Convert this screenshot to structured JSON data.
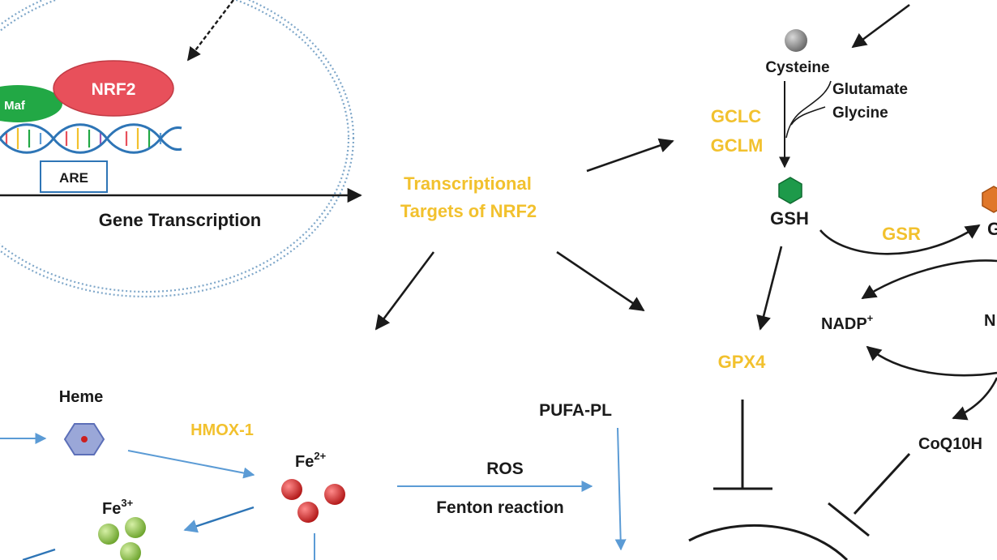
{
  "labels": {
    "maf": "Maf",
    "nrf2": "NRF2",
    "are": "ARE",
    "gene_transcription": "Gene Transcription",
    "targets_line1": "Transcriptional",
    "targets_line2": "Targets of NRF2",
    "cysteine": "Cysteine",
    "glutamate": "Glutamate",
    "glycine": "Glycine",
    "gclc": "GCLC",
    "gclm": "GCLM",
    "gsh": "GSH",
    "gsr": "GSR",
    "gssg_cut": "G",
    "nadp": "NADP",
    "nadp_sup": "+",
    "nadph_cut": "N",
    "gpx4": "GPX4",
    "coq10_cut": "CoQ10H",
    "heme": "Heme",
    "hmox1": "HMOX-1",
    "fe2": "Fe",
    "fe2_sup": "2+",
    "fe3": "Fe",
    "fe3_sup": "3+",
    "ros": "ROS",
    "fenton": "Fenton reaction",
    "pufa_pl": "PUFA-PL"
  },
  "colors": {
    "highlight_text": "#f2c12e",
    "nrf2_fill": "#e8505b",
    "maf_fill": "#22a845",
    "membrane_dots": "#7fa7c9",
    "blue_arrow": "#5b9bd5",
    "gsh_fill": "#1d9a4a",
    "gssg_fill": "#e0772a",
    "fe2_fill": "#cc1f1f",
    "fe3_fill": "#8cc63f",
    "heme_fill": "#9aa7d8",
    "cysteine_fill": "#8c8c8c"
  }
}
